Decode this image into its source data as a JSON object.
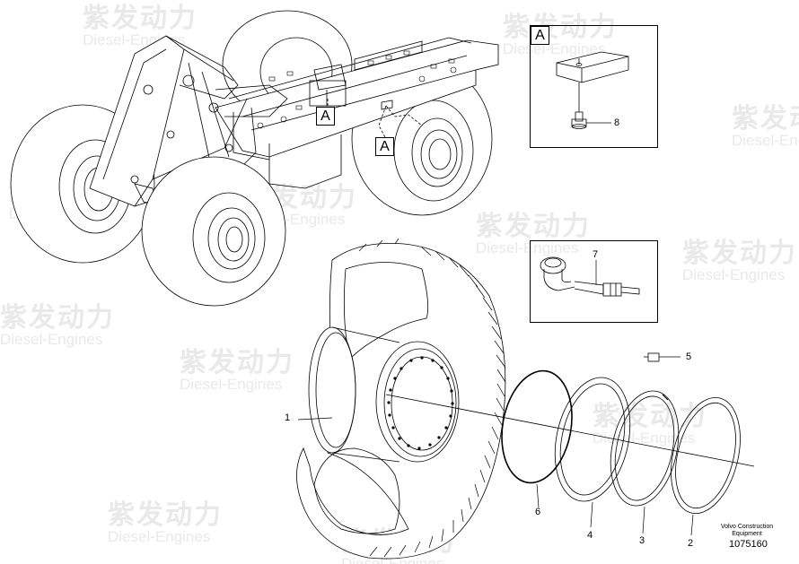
{
  "watermark": {
    "chinese": "紫发动力",
    "english": "Diesel-Engines"
  },
  "view_labels": {
    "main_top": "A",
    "main_bottom": "A",
    "inset_a": "A"
  },
  "callouts": [
    "1",
    "2",
    "3",
    "4",
    "5",
    "6",
    "7",
    "8"
  ],
  "manufacturer": {
    "line1": "Volvo Construction",
    "line2": "Equipment"
  },
  "document_number": "1075160"
}
